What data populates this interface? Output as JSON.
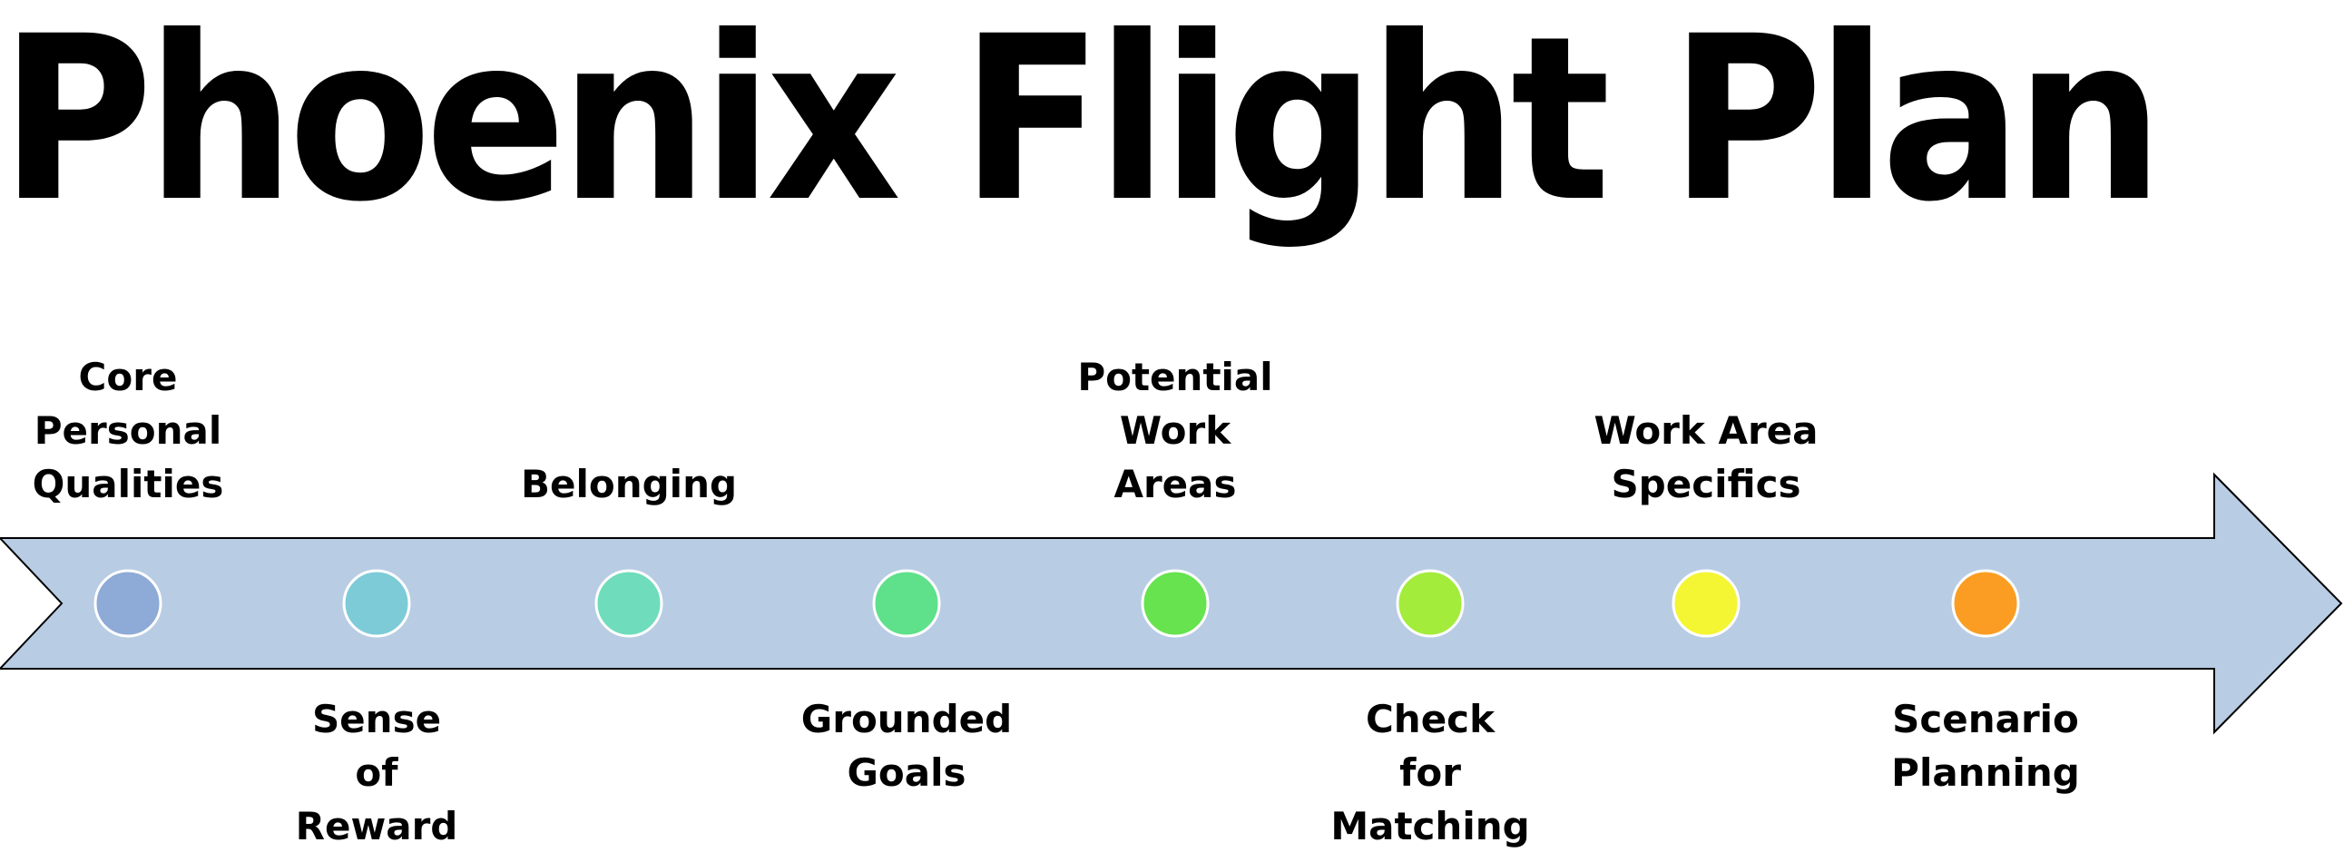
{
  "title": "Phoenix Flight Plan",
  "colors": {
    "arrow_fill": "#b8cce4",
    "arrow_stroke": "#000000",
    "node_stroke": "#ffffff"
  },
  "milestones": [
    {
      "lines": [
        "Core",
        "Personal",
        "Qualities"
      ],
      "position": "above",
      "color": "#8eaad6"
    },
    {
      "lines": [
        "Sense",
        "of",
        "Reward"
      ],
      "position": "below",
      "color": "#7ecbd8"
    },
    {
      "lines": [
        "Belonging"
      ],
      "position": "above",
      "color": "#6fdcbc"
    },
    {
      "lines": [
        "Grounded",
        "Goals"
      ],
      "position": "below",
      "color": "#5fe08a"
    },
    {
      "lines": [
        "Potential",
        "Work",
        "Areas"
      ],
      "position": "above",
      "color": "#66e34e"
    },
    {
      "lines": [
        "Check",
        "for",
        "Matching"
      ],
      "position": "below",
      "color": "#a3ec3c"
    },
    {
      "lines": [
        "Work Area",
        "Specifics"
      ],
      "position": "above",
      "color": "#f4f533"
    },
    {
      "lines": [
        "Scenario",
        "Planning"
      ],
      "position": "below",
      "color": "#fb9d23"
    }
  ]
}
